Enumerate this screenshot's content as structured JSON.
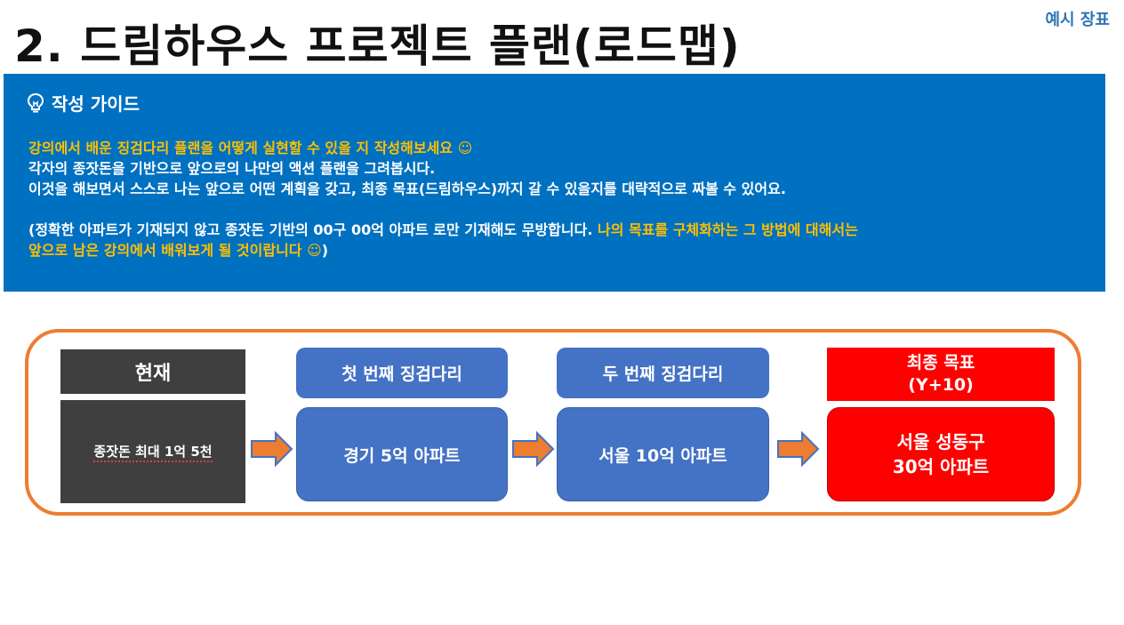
{
  "title": "2. 드림하우스 프로젝트 플랜(로드맵)",
  "tag": "예시 장표",
  "guide": {
    "icon": "lightbulb-icon",
    "heading": "작성 가이드",
    "line1": "강의에서 배운 징검다리 플랜을 어떻게 실현할 수 있을 지 작성해보세요 ☺",
    "line2": "각자의 종잣돈을 기반으로 앞으로의 나만의 액션 플랜을 그려봅시다.",
    "line3": "이것을 해보면서 스스로 나는 앞으로 어떤 계획을 갖고, 최종 목표(드림하우스)까지 갈 수 있을지를 대략적으로 짜볼 수 있어요.",
    "line4_white": "(정확한 아파트가 기재되지 않고 종잣돈 기반의 00구 00억 아파트 로만 기재해도 무방합니다.",
    "line4_yellow": " 나의 목표를 구체화하는 그 방법에 대해서는",
    "line5_yellow": "앞으로 남은 강의에서 배워보게 될 것이랍니다 ☺",
    "line5_white": ")"
  },
  "roadmap": {
    "current_label": "현재",
    "current_value": "종잣돈 최대 1억 5천",
    "step1_label": "첫 번째 징검다리",
    "step1_value": "경기 5억 아파트",
    "step2_label": "두 번째 징검다리",
    "step2_value": "서울 10억 아파트",
    "goal_label_line1": "최종 목표",
    "goal_label_line2": "(Y+10)",
    "goal_value_line1": "서울 성동구",
    "goal_value_line2": "30억 아파트"
  },
  "colors": {
    "guide_bg": "#0070c0",
    "highlight": "#ffc000",
    "frame": "#ed7d31",
    "step_blue": "#4472c4",
    "goal_red": "#ff0000",
    "current_dark": "#3f3f3f"
  }
}
